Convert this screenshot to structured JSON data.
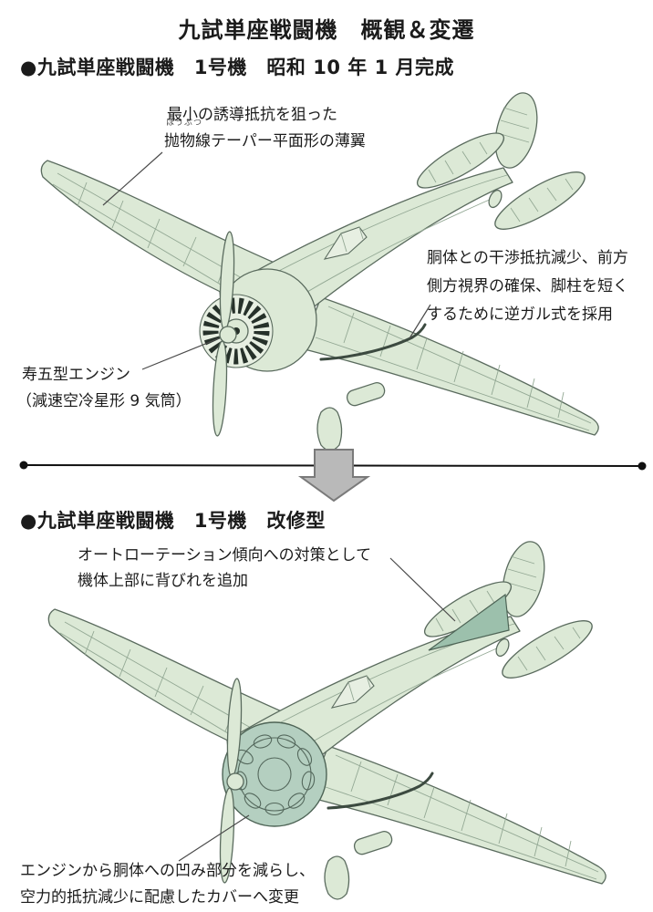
{
  "page": {
    "title": "九試単座戦闘機　概観＆変遷"
  },
  "section1": {
    "header": "●九試単座戦闘機　1号機　昭和 10 年 1 月完成",
    "annotations": {
      "wing": {
        "line1": "最小の誘導抵抗を狙った",
        "furigana": "ほうぶつ",
        "line2": "抛物線テーパー平面形の薄翼"
      },
      "gull_wing": {
        "line1": "胴体との干渉抵抗減少、前方",
        "line2": "側方視界の確保、脚柱を短く",
        "line3": "するために逆ガル式を採用"
      },
      "engine": {
        "line1": "寿五型エンジン",
        "line2": "（減速空冷星形 9 気筒）"
      }
    }
  },
  "section2": {
    "header": "●九試単座戦闘機　1号機　改修型",
    "annotations": {
      "dorsal_fin": {
        "line1": "オートローテーション傾向への対策として",
        "line2": "機体上部に背びれを追加"
      },
      "cowling": {
        "line1": "エンジンから胴体への凹み部分を減らし、",
        "line2": "空力的抵抗減少に配慮したカバーへ変更"
      }
    }
  },
  "colors": {
    "aircraft_fill": "#dce9d6",
    "aircraft_line": "#5a6b5e",
    "highlight_fill": "#9cc0ac",
    "cowling_fill": "#b4cfc0",
    "arrow_fill": "#b9b9b9",
    "text": "#1b1b1b"
  },
  "icons": {
    "down_arrow": "transition-arrow"
  }
}
